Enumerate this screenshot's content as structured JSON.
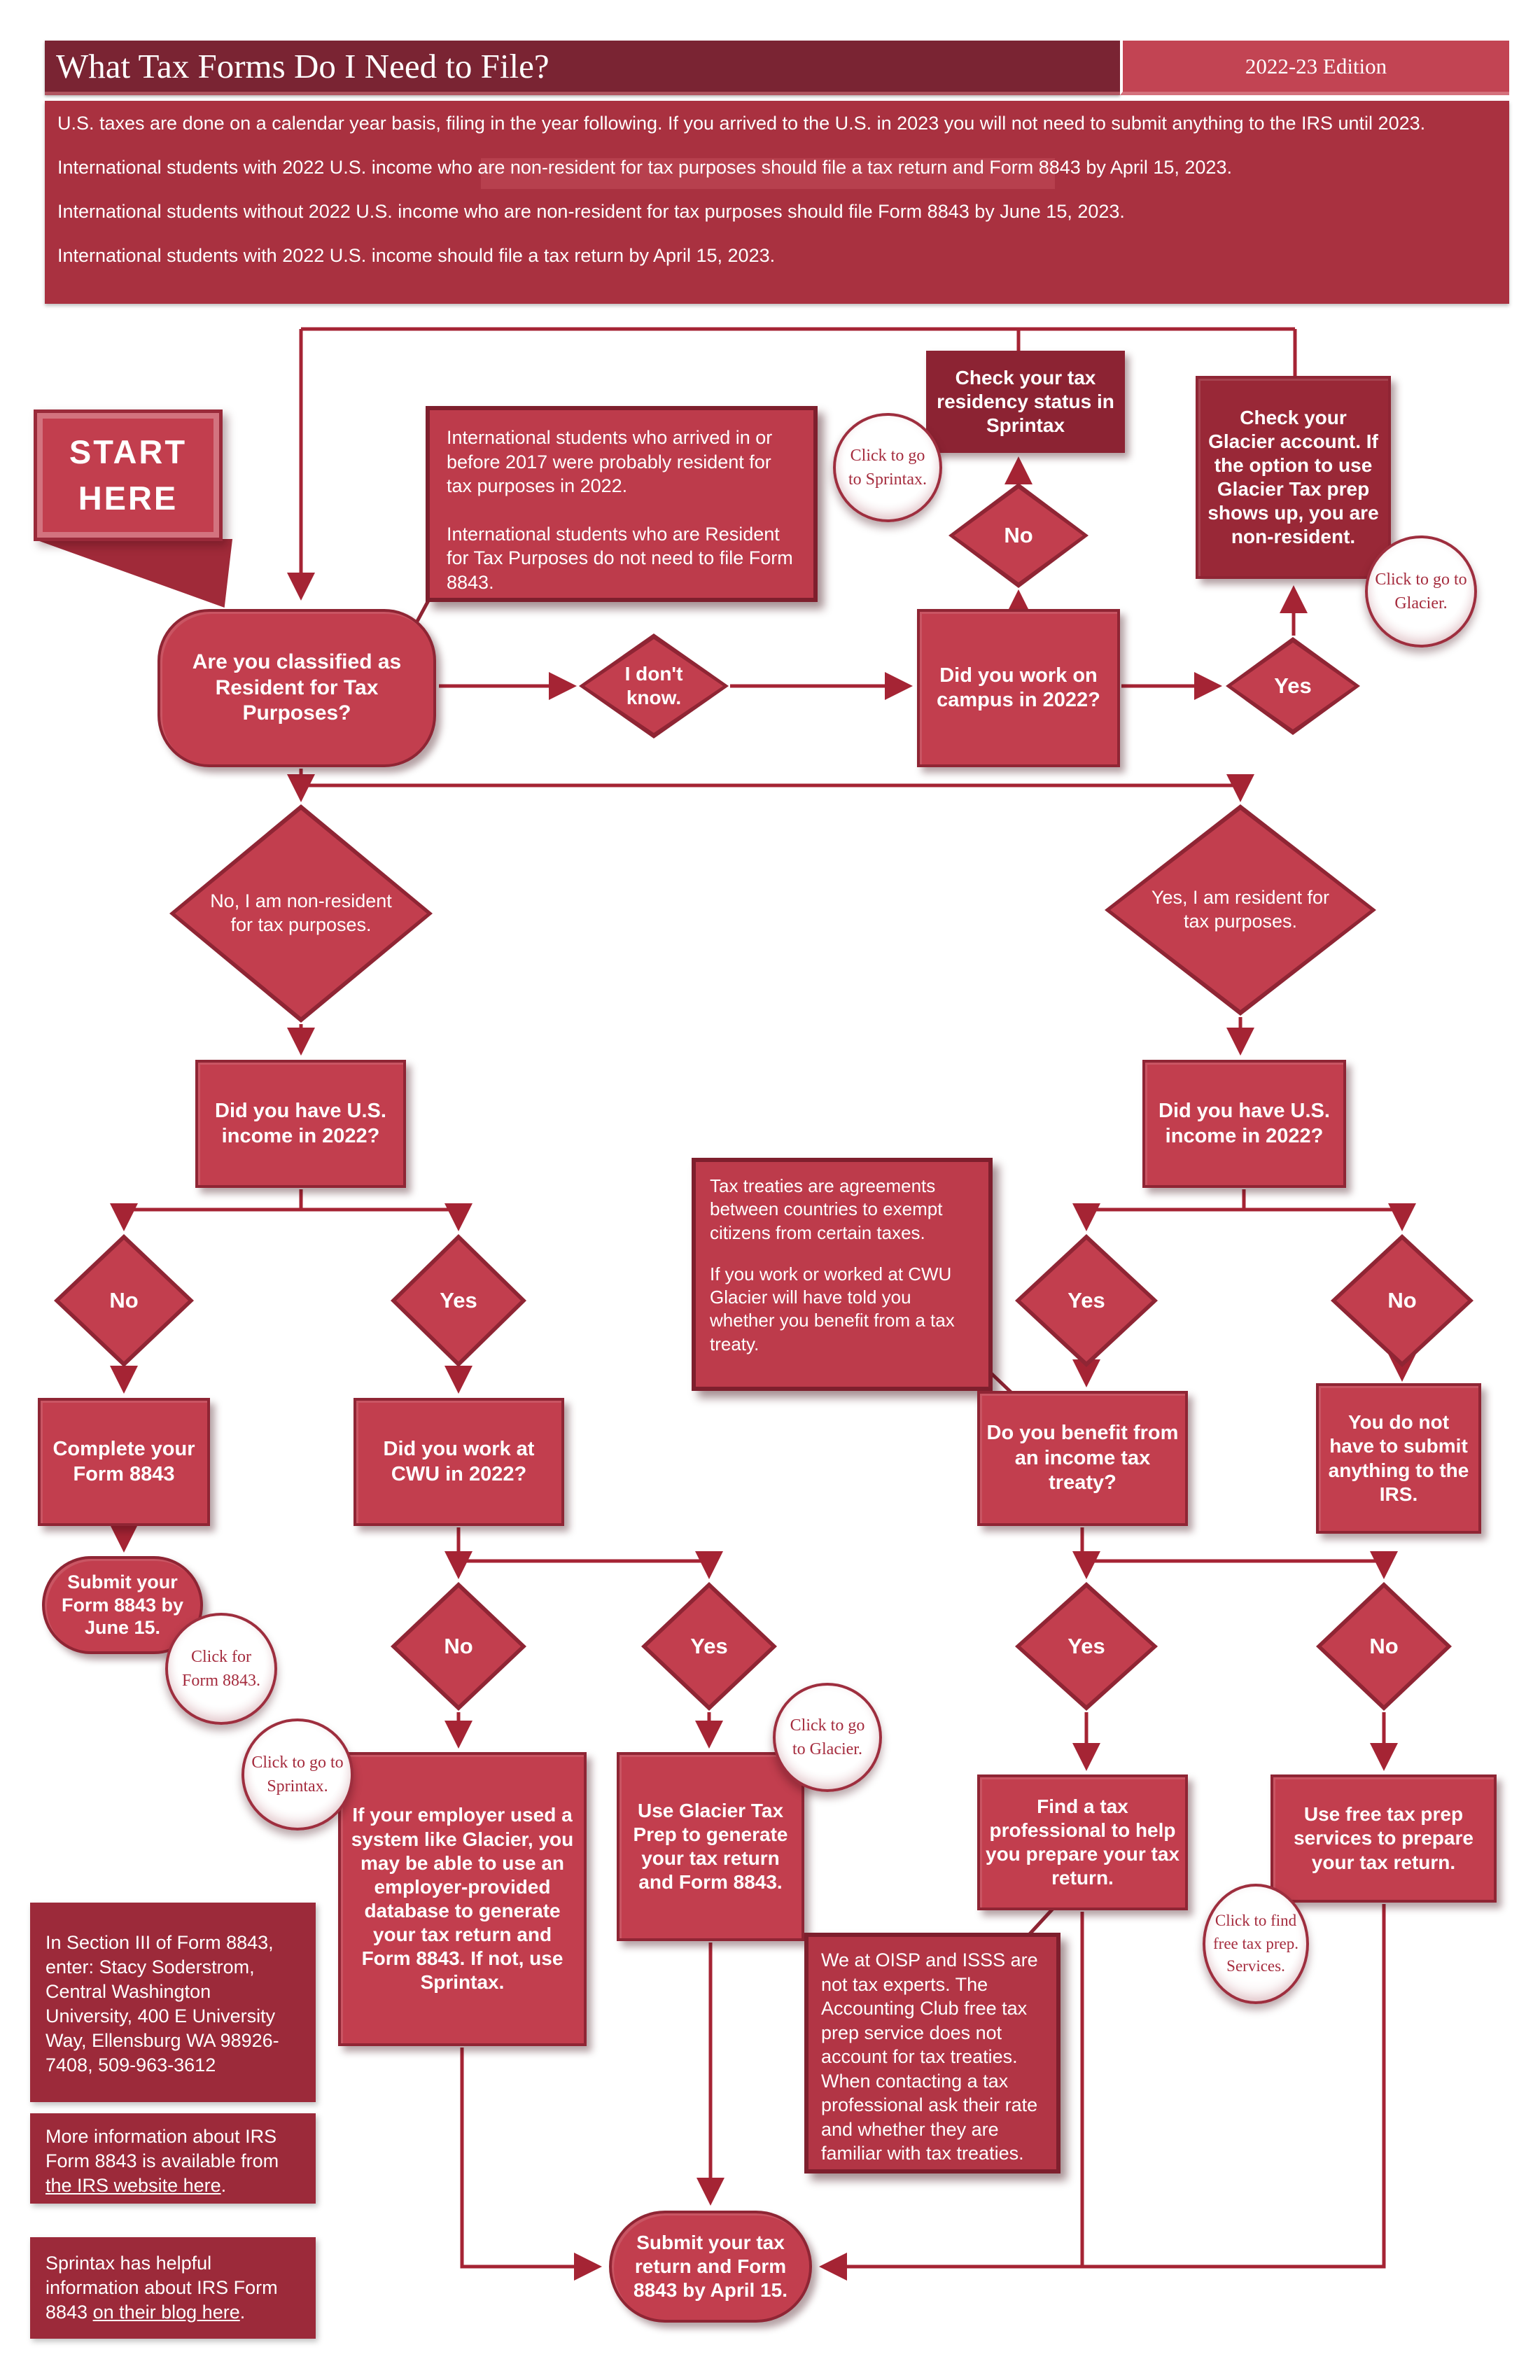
{
  "header": {
    "title": "What Tax Forms Do I Need to File?",
    "edition": "2022-23 Edition"
  },
  "intro": {
    "p1": "U.S. taxes are done on a calendar year basis, filing in the year following. If you arrived to the U.S. in 2023 you will not need to submit anything to the IRS until 2023.",
    "p2": "International students with 2022 U.S. income who are non-resident for tax purposes should file a tax return and Form 8843 by April 15, 2023.",
    "p3": "International students without 2022 U.S. income who are non-resident for tax purposes should file Form 8843 by June 15, 2023.",
    "p4": "International students with 2022 U.S. income should file a tax return by April 15, 2023."
  },
  "nodes": {
    "start": {
      "line1": "START",
      "line2": "HERE"
    },
    "classified": {
      "label": "Are you classified as Resident for Tax Purposes?"
    },
    "idk": {
      "label": "I don't know."
    },
    "campus": {
      "label": "Did you work on campus in 2022?"
    },
    "no_top": {
      "label": "No"
    },
    "yes_top": {
      "label": "Yes"
    },
    "sprintax_check": {
      "label": "Check your tax residency status in Sprintax"
    },
    "glacier_check": {
      "label": "Check your Glacier account. If the option to use Glacier Tax prep shows up, you are non-resident."
    },
    "big_no": {
      "label": "No, I am non-resident for tax purposes."
    },
    "big_yes": {
      "label": "Yes, I am resident for tax purposes."
    },
    "income_left": {
      "label": "Did you have U.S. income in 2022?"
    },
    "income_right": {
      "label": "Did you have U.S. income in 2022?"
    },
    "no_left": {
      "label": "No"
    },
    "yes_left": {
      "label": "Yes"
    },
    "yes_right": {
      "label": "Yes"
    },
    "no_right": {
      "label": "No"
    },
    "complete_8843": {
      "label": "Complete your Form 8843"
    },
    "work_cwu": {
      "label": "Did you work at CWU in 2022?"
    },
    "benefit_treaty": {
      "label": "Do you benefit from an income tax treaty?"
    },
    "no_submit": {
      "label": "You do not have to submit anything to the IRS."
    },
    "june15": {
      "label": "Submit your Form 8843 by June 15."
    },
    "no_cwu": {
      "label": "No"
    },
    "yes_cwu": {
      "label": "Yes"
    },
    "yes_treaty": {
      "label": "Yes"
    },
    "no_right2": {
      "label": "No"
    },
    "employer": {
      "label": "If your employer used a system like Glacier, you may be able to use an employer-provided database to generate your tax return and Form 8843. If not, use Sprintax."
    },
    "glacier_prep": {
      "label": "Use Glacier Tax Prep to generate your tax return and Form 8843."
    },
    "find_pro": {
      "label": "Find a tax professional to help you prepare your tax return."
    },
    "free_prep": {
      "label": "Use free tax prep services to prepare your tax return."
    },
    "april15": {
      "label": "Submit your tax return and Form 8843 by April 15."
    }
  },
  "circles": {
    "sprintax_top": {
      "label": "Click to go to Sprintax."
    },
    "glacier_top": {
      "label": "Click to go to Glacier."
    },
    "form8843": {
      "label": "Click for Form 8843."
    },
    "sprintax_bottom": {
      "label": "Click to go to Sprintax."
    },
    "glacier_bottom": {
      "label": "Click to go to Glacier."
    },
    "free_prep": {
      "label": "Click to find free tax prep. Services."
    }
  },
  "infoboxes": {
    "arrived": {
      "p1": "International students who arrived in or before 2017 were probably resident for tax purposes in 2022.",
      "p2": "International students who are Resident for Tax Purposes do not need to file Form 8843."
    },
    "treaty": {
      "p1": "Tax treaties are agreements between countries to exempt citizens from certain taxes.",
      "p2": "If you work or worked at CWU Glacier will have told you whether you benefit from a tax treaty."
    },
    "section3": {
      "text": "In Section III of Form 8843, enter: Stacy Soderstrom, Central Washington University, 400 E University Way, Ellensburg WA 98926-7408, 509-963-3612"
    },
    "irs": {
      "before": "More information about IRS Form 8843 is available from ",
      "link": "the IRS website here",
      "after": "."
    },
    "blog": {
      "before": "Sprintax has helpful information about IRS Form 8843 ",
      "link": "on their blog here",
      "after": "."
    },
    "oisp": {
      "text": "We at OISP and ISSS are not tax experts. The Accounting Club free tax prep service does not account for tax treaties. When contacting a tax professional ask their rate and whether they are familiar with tax treaties."
    }
  },
  "colors": {
    "header_bar": "#7a2433",
    "edition_box": "#c24453",
    "intro_band": "#a93140",
    "node_fill": "#c23e4e",
    "node_border": "#8f2534",
    "dark_box": "#8c2333",
    "info_box": "#bd3b4b",
    "left_info_box": "#9c2a3a",
    "arrow": "#a52434",
    "circle_text": "#a52c3e"
  }
}
